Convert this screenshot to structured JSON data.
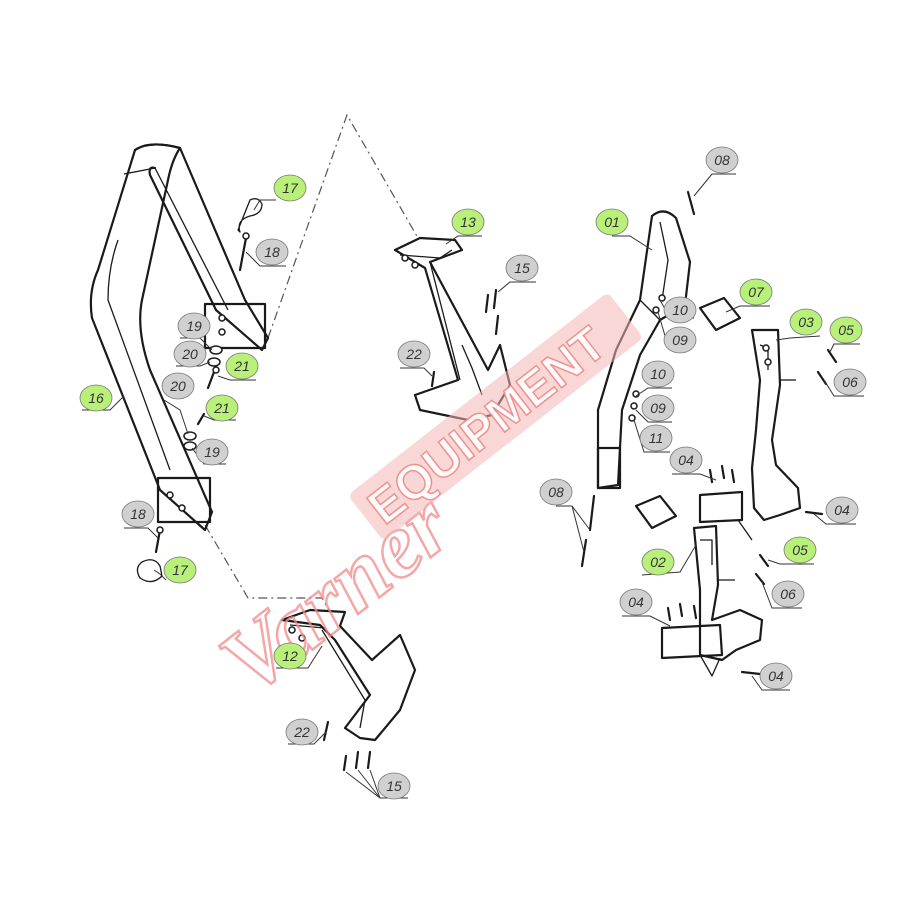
{
  "watermark": {
    "script_word": "Varner",
    "caps_word": "EQUIPMENT",
    "color": "#f08a8a"
  },
  "colors": {
    "callout_green": "#b8f07a",
    "callout_grey": "#d0d0d0",
    "line": "#1a1a1a"
  },
  "callouts": [
    {
      "id": "c01",
      "label": "01",
      "style": "green"
    },
    {
      "id": "c02",
      "label": "02",
      "style": "green"
    },
    {
      "id": "c03",
      "label": "03",
      "style": "green"
    },
    {
      "id": "c04a",
      "label": "04",
      "style": "grey"
    },
    {
      "id": "c04b",
      "label": "04",
      "style": "grey"
    },
    {
      "id": "c04c",
      "label": "04",
      "style": "grey"
    },
    {
      "id": "c04d",
      "label": "04",
      "style": "grey"
    },
    {
      "id": "c05a",
      "label": "05",
      "style": "green"
    },
    {
      "id": "c05b",
      "label": "05",
      "style": "green"
    },
    {
      "id": "c06a",
      "label": "06",
      "style": "grey"
    },
    {
      "id": "c06b",
      "label": "06",
      "style": "grey"
    },
    {
      "id": "c07",
      "label": "07",
      "style": "green"
    },
    {
      "id": "c08a",
      "label": "08",
      "style": "grey"
    },
    {
      "id": "c08b",
      "label": "08",
      "style": "grey"
    },
    {
      "id": "c09a",
      "label": "09",
      "style": "grey"
    },
    {
      "id": "c09b",
      "label": "09",
      "style": "grey"
    },
    {
      "id": "c10a",
      "label": "10",
      "style": "grey"
    },
    {
      "id": "c10b",
      "label": "10",
      "style": "grey"
    },
    {
      "id": "c11",
      "label": "11",
      "style": "grey"
    },
    {
      "id": "c12",
      "label": "12",
      "style": "green"
    },
    {
      "id": "c13",
      "label": "13",
      "style": "green"
    },
    {
      "id": "c15a",
      "label": "15",
      "style": "grey"
    },
    {
      "id": "c15b",
      "label": "15",
      "style": "grey"
    },
    {
      "id": "c16",
      "label": "16",
      "style": "green"
    },
    {
      "id": "c17a",
      "label": "17",
      "style": "green"
    },
    {
      "id": "c17b",
      "label": "17",
      "style": "green"
    },
    {
      "id": "c18a",
      "label": "18",
      "style": "grey"
    },
    {
      "id": "c18b",
      "label": "18",
      "style": "grey"
    },
    {
      "id": "c19a",
      "label": "19",
      "style": "grey"
    },
    {
      "id": "c19b",
      "label": "19",
      "style": "grey"
    },
    {
      "id": "c20a",
      "label": "20",
      "style": "grey"
    },
    {
      "id": "c20b",
      "label": "20",
      "style": "grey"
    },
    {
      "id": "c21a",
      "label": "21",
      "style": "green"
    },
    {
      "id": "c21b",
      "label": "21",
      "style": "green"
    },
    {
      "id": "c22a",
      "label": "22",
      "style": "grey"
    },
    {
      "id": "c22b",
      "label": "22",
      "style": "grey"
    }
  ]
}
